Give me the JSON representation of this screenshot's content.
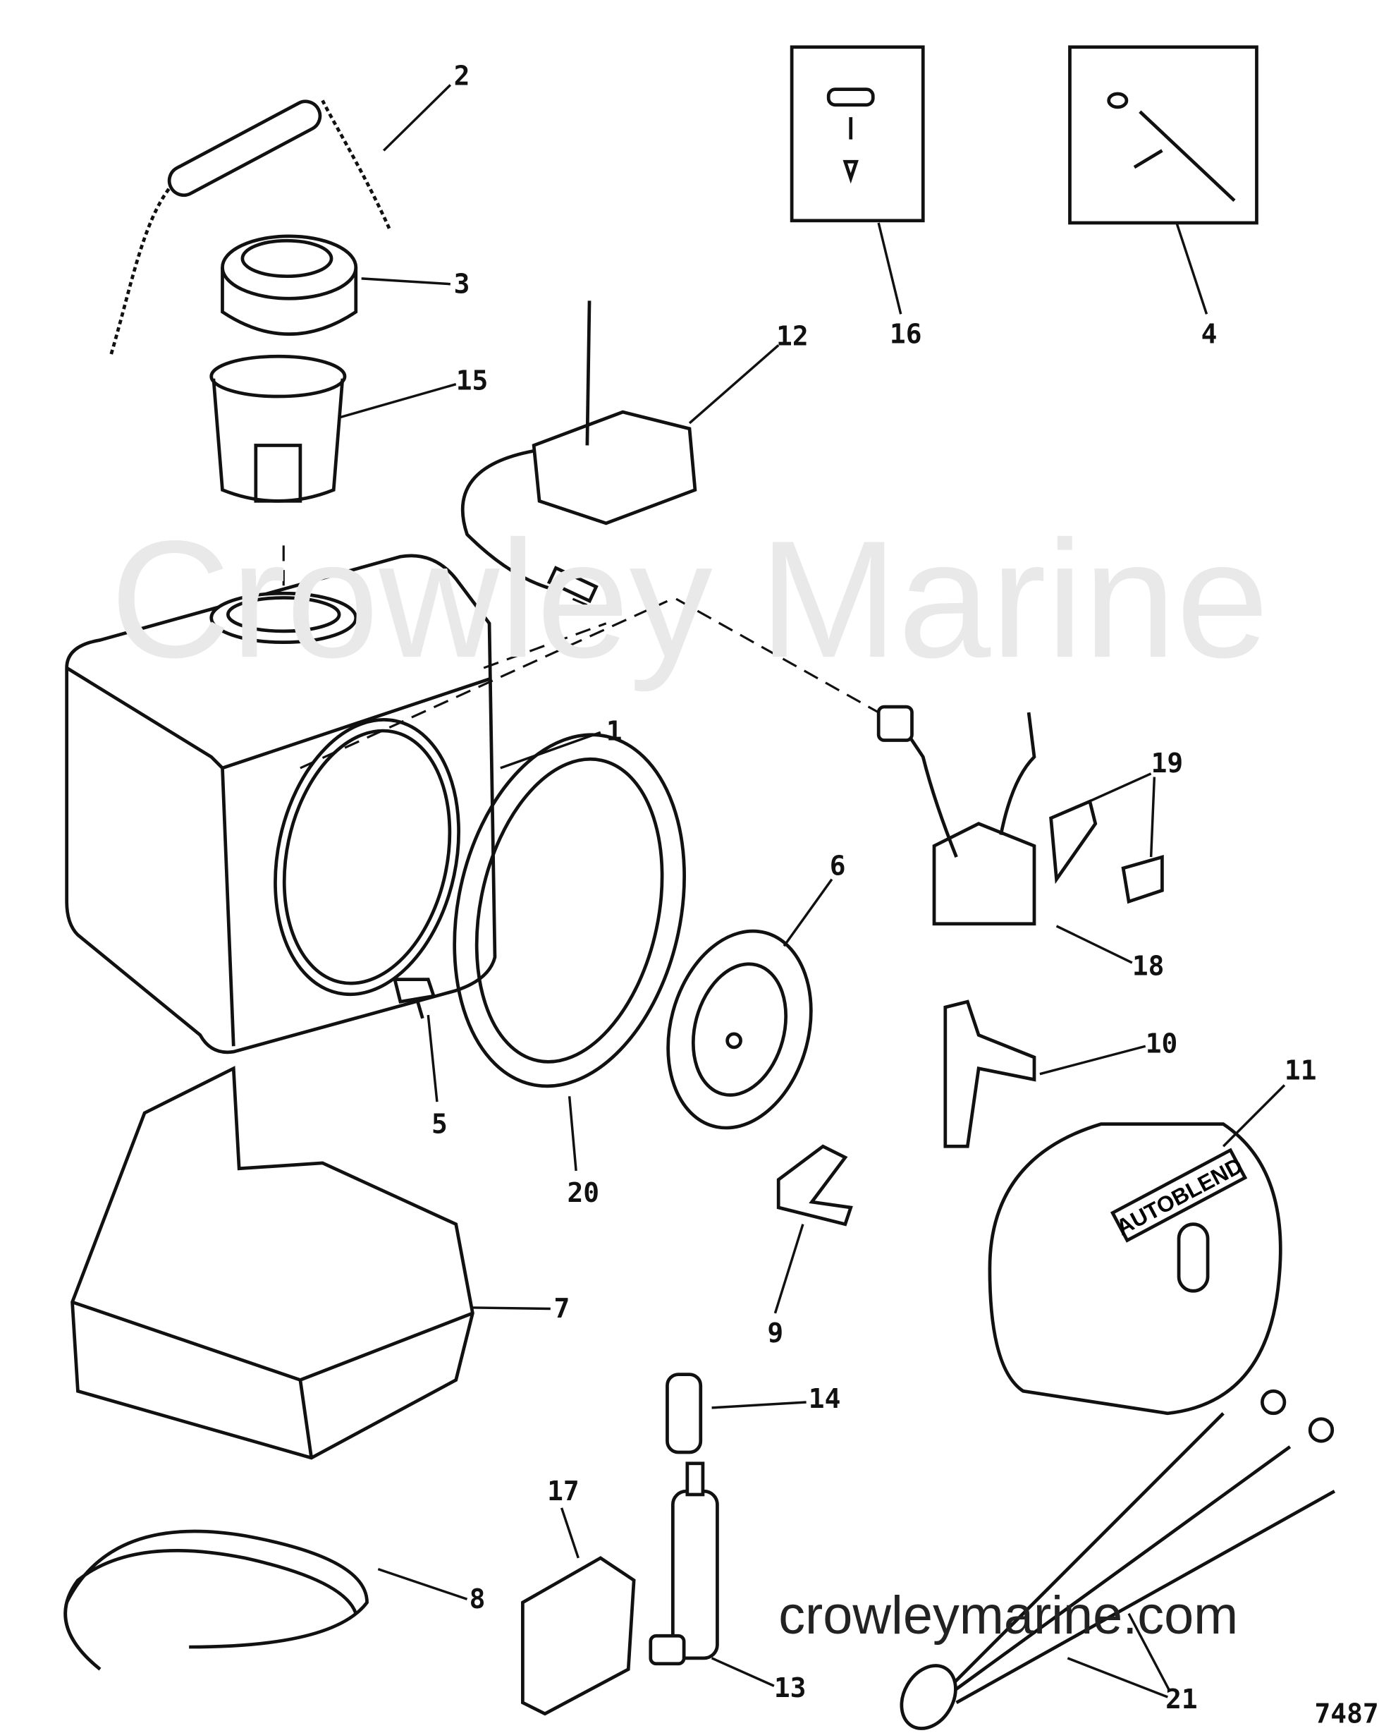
{
  "watermark": "Crowley Marine",
  "site_watermark": "crowleymarine.com",
  "figure_number": "7487",
  "callouts": [
    "1",
    "2",
    "3",
    "4",
    "5",
    "6",
    "7",
    "8",
    "9",
    "10",
    "11",
    "12",
    "13",
    "14",
    "15",
    "16",
    "17",
    "18",
    "19",
    "20",
    "21"
  ],
  "cover_logo_text": "AUTOBLEND"
}
